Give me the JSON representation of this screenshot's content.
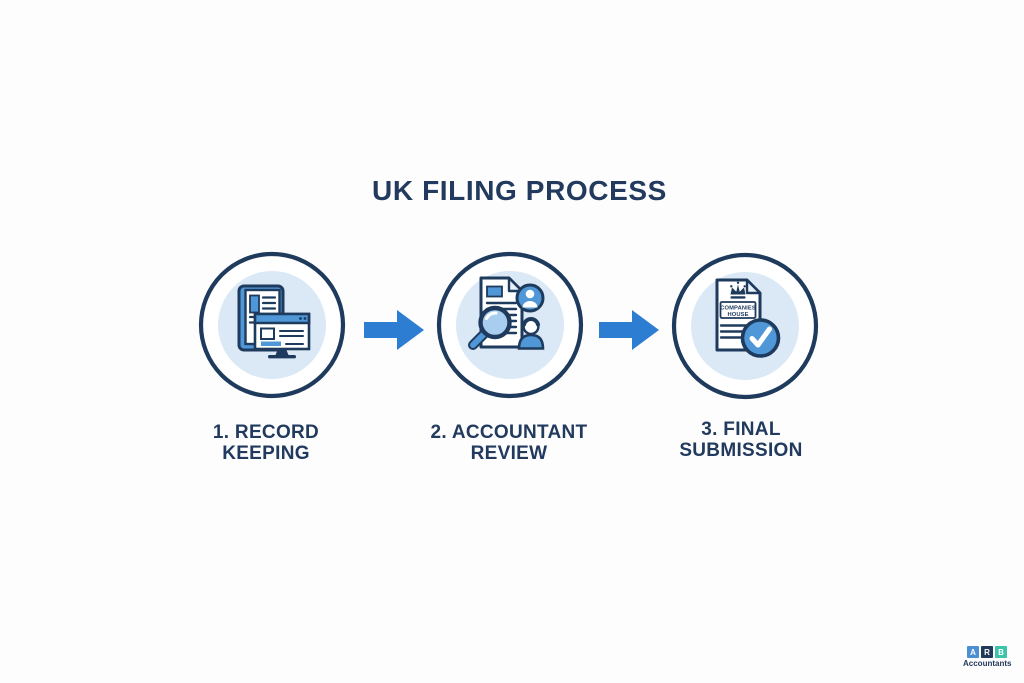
{
  "title": "UK FILING PROCESS",
  "steps": [
    {
      "number": "1",
      "label_line1": "1. RECORD",
      "label_line2": "KEEPING",
      "icon": "record-keeping-documents-monitor-icon"
    },
    {
      "number": "2",
      "label_line1": "2. ACCOUNTANT",
      "label_line2": "REVIEW",
      "icon": "accountant-review-magnifier-document-icon"
    },
    {
      "number": "3",
      "label_line1": "3. FINAL",
      "label_line2": "SUBMISSION",
      "icon": "final-submission-companies-house-check-icon",
      "doc_text_line1": "COMPANIES",
      "doc_text_line2": "HOUSE"
    }
  ],
  "connectors": [
    {
      "icon": "arrow-right-icon"
    },
    {
      "icon": "arrow-right-icon"
    }
  ],
  "logo": {
    "letters": [
      "A",
      "R",
      "B"
    ],
    "subtitle": "Accountants",
    "letter_a_bg": "#4a90d2",
    "letter_r_bg": "#24395a",
    "letter_b_bg": "#3cc3a8",
    "subtitle_color": "#24395a"
  },
  "colors": {
    "title_text": "#213a5e",
    "navy_outline": "#1e3a5c",
    "medium_blue": "#4f97d6",
    "light_blue": "#a9cdee",
    "circle_inner_bg": "#dbe8f6",
    "arrow_blue": "#2d7dd2",
    "background": "#fdfdfd"
  }
}
